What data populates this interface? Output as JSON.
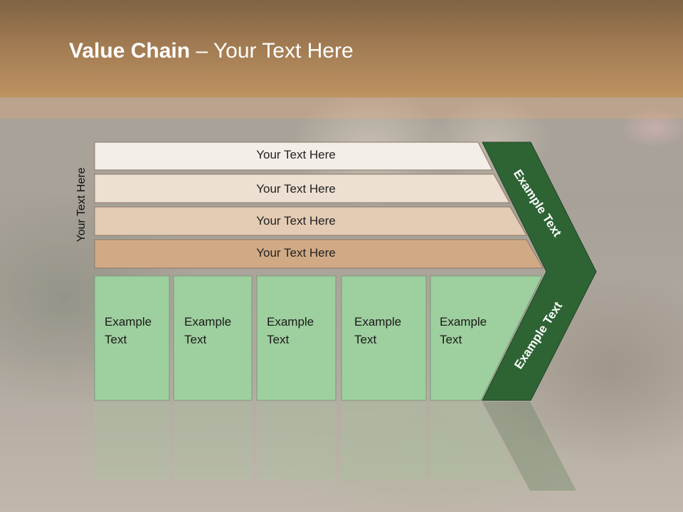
{
  "slide": {
    "title_bold": "Value Chain",
    "title_rest": " – Your Text Here",
    "vertical_label": "Your Text Here"
  },
  "bars": [
    {
      "label": "Your Text Here",
      "fill": "#f4eee9"
    },
    {
      "label": "Your Text Here",
      "fill": "#ede0d2"
    },
    {
      "label": "Your Text Here",
      "fill": "#e3ccb3"
    },
    {
      "label": "Your Text Here",
      "fill": "#d1aa85"
    }
  ],
  "columns": [
    {
      "line1": "Example",
      "line2": "Text"
    },
    {
      "line1": "Example",
      "line2": "Text"
    },
    {
      "line1": "Example",
      "line2": "Text"
    },
    {
      "line1": "Example",
      "line2": "Text"
    },
    {
      "line1": "Example",
      "line2": "Text"
    }
  ],
  "arrow": {
    "upper_label": "Example Text",
    "lower_label": "Example Text",
    "fill": "#2e6434"
  },
  "colors": {
    "column_fill": "#9ecf9e",
    "header": "#a07a52"
  }
}
